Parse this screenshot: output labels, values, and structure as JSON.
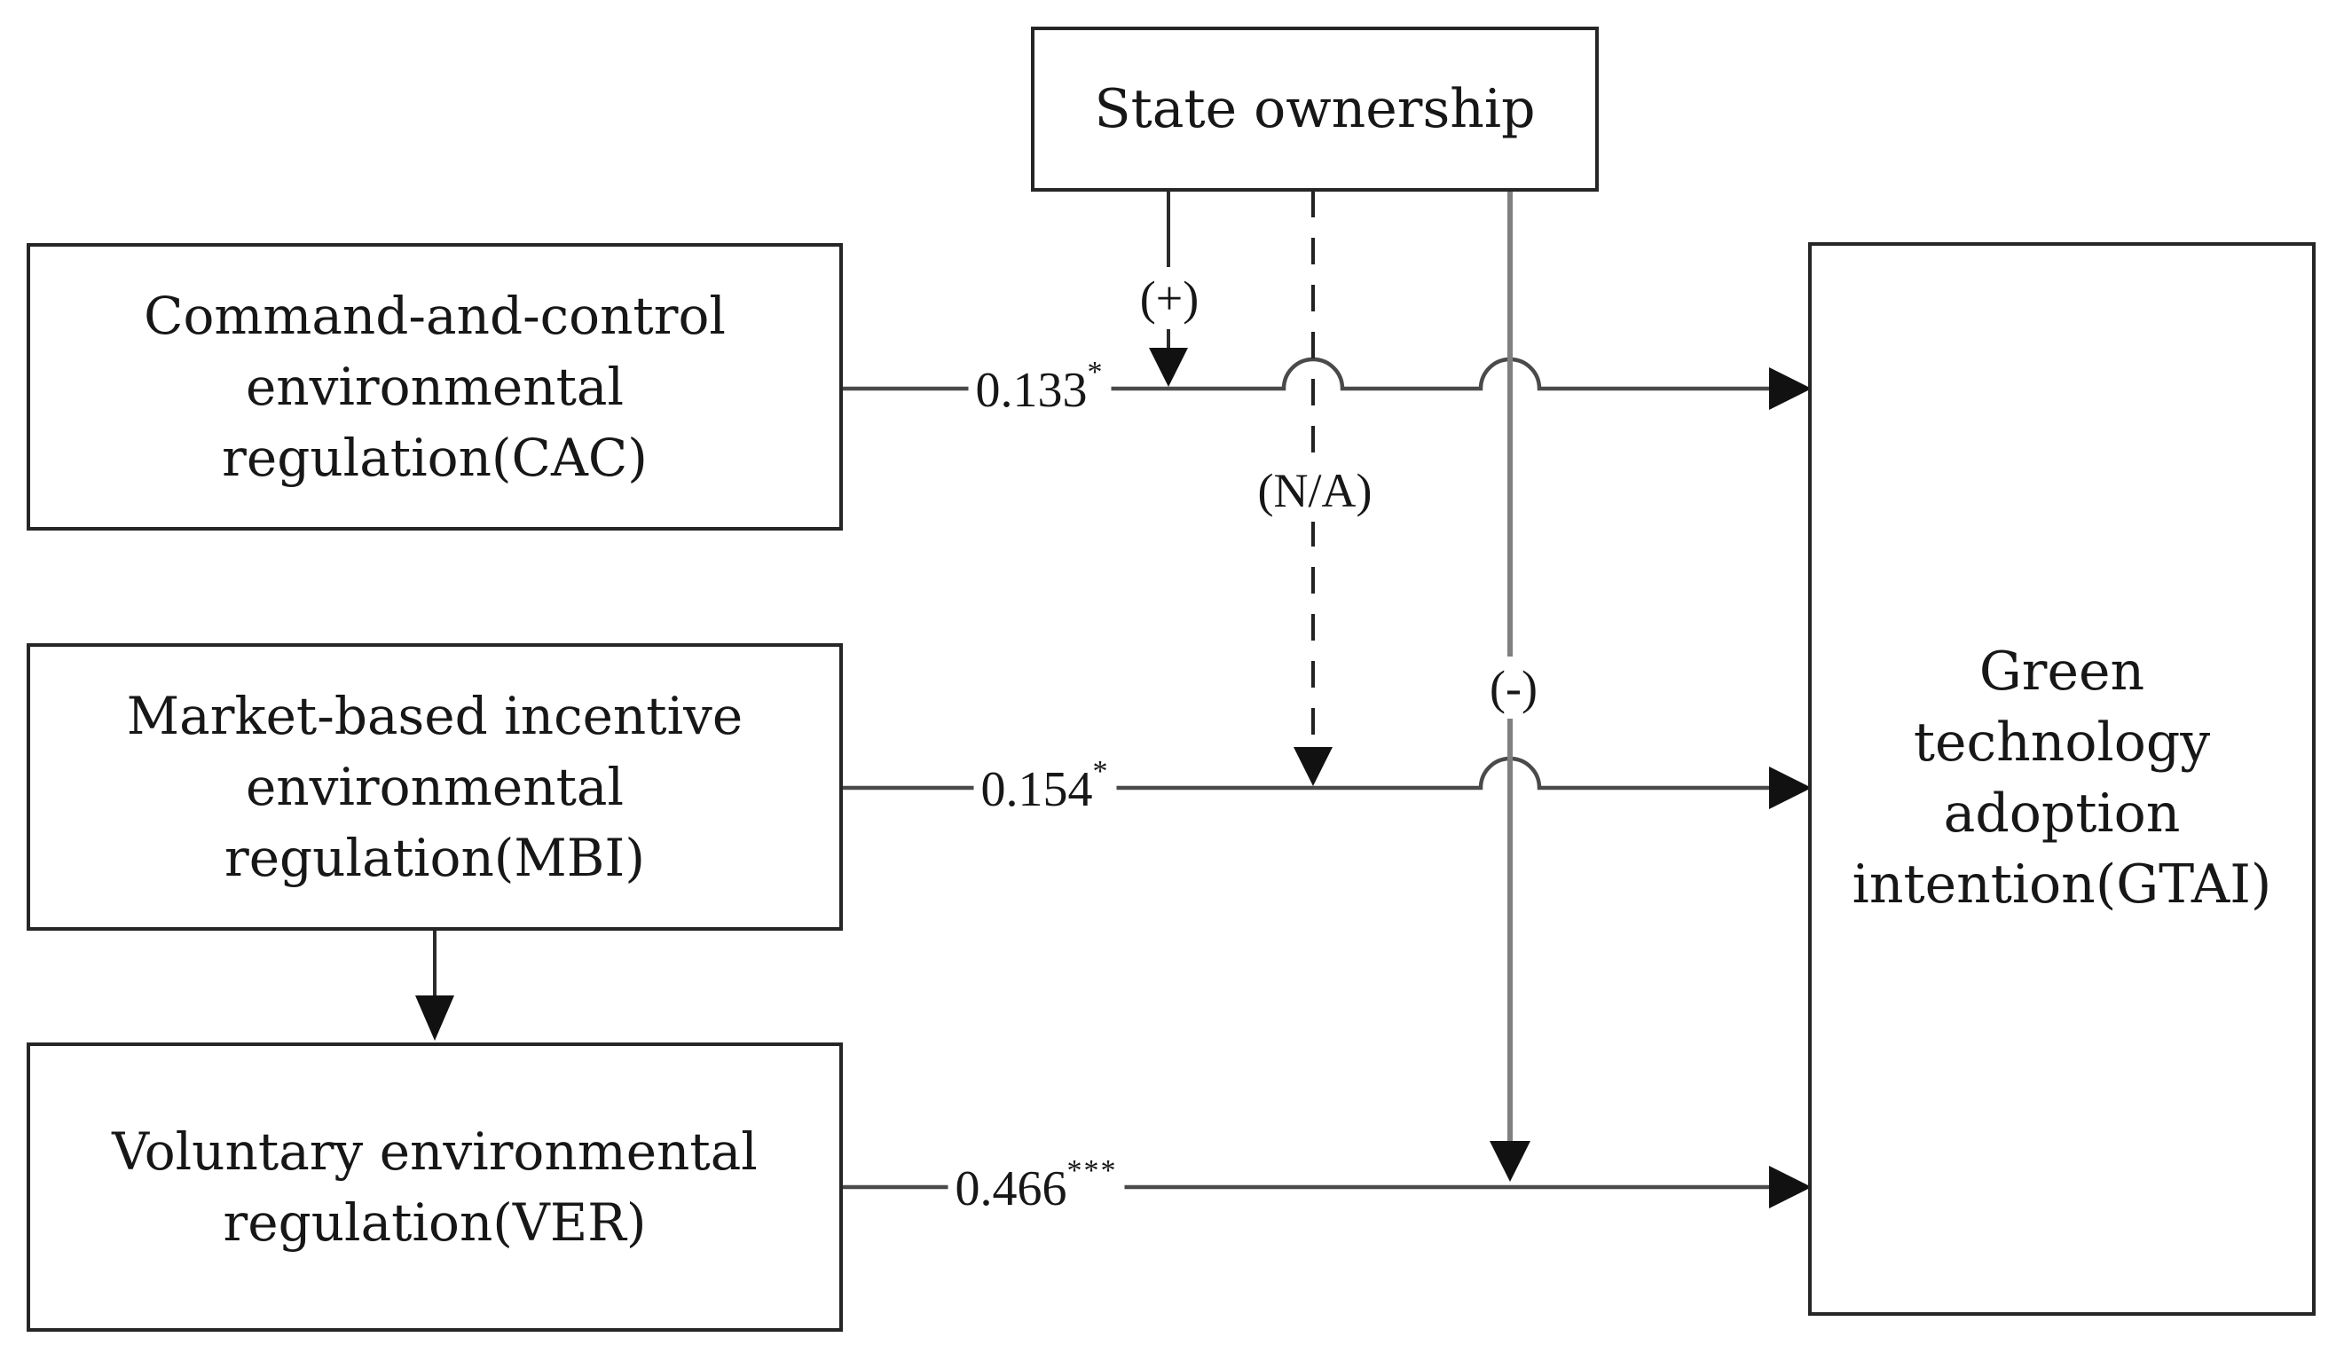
{
  "diagram": {
    "title_hint": "Path model: environmental regulations and green technology adoption intention",
    "boxes": {
      "state": {
        "label": "State ownership"
      },
      "cac": {
        "label": "Command-and-control\nenvironmental\nregulation(CAC)"
      },
      "mbi": {
        "label": "Market-based incentive\nenvironmental\nregulation(MBI)"
      },
      "ver": {
        "label": "Voluntary environmental\nregulation(VER)"
      },
      "gtai": {
        "label": "Green\ntechnology\nadoption\nintention(GTAI)"
      }
    },
    "paths": {
      "cac_to_gtai": {
        "coefficient": "0.133",
        "significance": "*"
      },
      "mbi_to_gtai": {
        "coefficient": "0.154",
        "significance": "*"
      },
      "ver_to_gtai": {
        "coefficient": "0.466",
        "significance": "***"
      }
    },
    "moderation": {
      "on_cac_path": {
        "label": "(+)",
        "line_style": "solid"
      },
      "on_mbi_path": {
        "label": "(N/A)",
        "line_style": "dashed"
      },
      "on_ver_path": {
        "label": "(-)",
        "line_style": "solid-gray"
      }
    },
    "colors": {
      "line": "#4a4a4a",
      "gray_line": "#808080",
      "border": "#262626",
      "arrow": "#111111",
      "text": "#171717"
    }
  }
}
